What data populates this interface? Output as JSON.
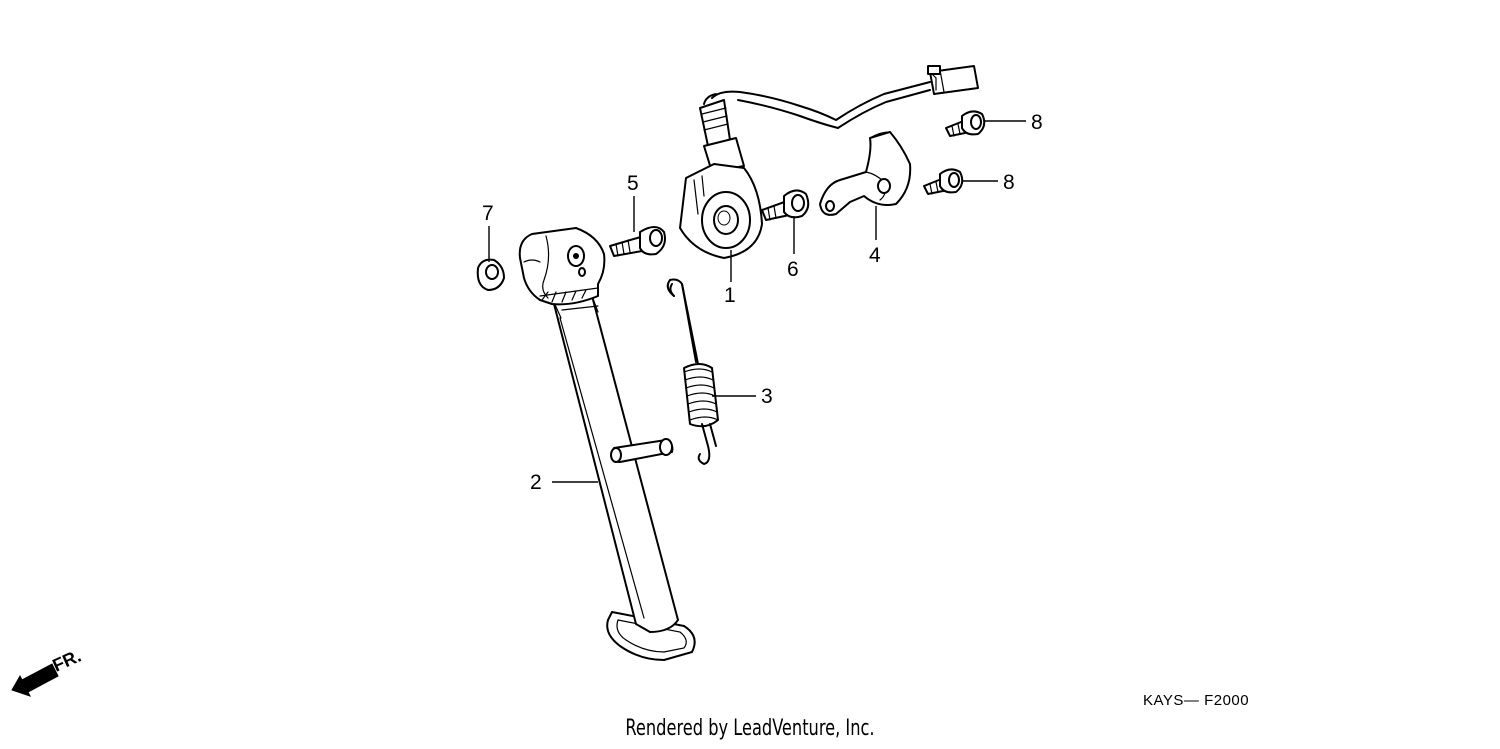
{
  "diagram": {
    "callouts": [
      {
        "id": "1",
        "label": "1"
      },
      {
        "id": "2",
        "label": "2"
      },
      {
        "id": "3",
        "label": "3"
      },
      {
        "id": "4",
        "label": "4"
      },
      {
        "id": "5",
        "label": "5"
      },
      {
        "id": "6",
        "label": "6"
      },
      {
        "id": "7",
        "label": "7"
      },
      {
        "id": "8a",
        "label": "8"
      },
      {
        "id": "8b",
        "label": "8"
      }
    ],
    "direction_label": "FR.",
    "diagram_code": "KAYS— F2000",
    "credit": "Rendered by LeadVenture, Inc."
  }
}
